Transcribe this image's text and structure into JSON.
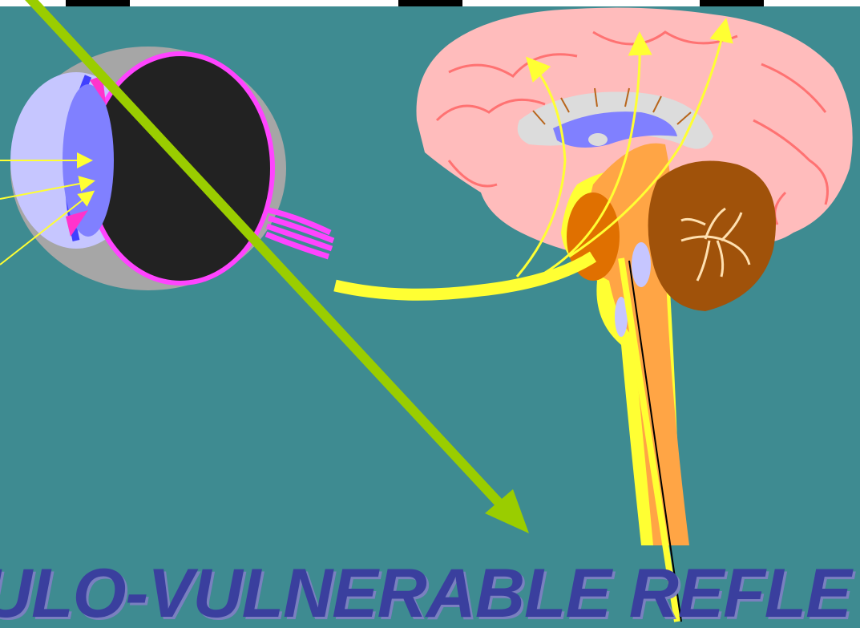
{
  "slide": {
    "title": "ULO-VULNERABLE REFLE",
    "background": "#3e8b91"
  },
  "colors": {
    "light_ray": "#9acd00",
    "reflex_path": "#ffff33",
    "brain": "#ffbcbc",
    "cerebellum": "#a0520a",
    "brainstem": "#ffa545",
    "eyeball": "#222222",
    "lens": "#8080ff",
    "optic_nerve": "#ff33ff",
    "title": "#3a3f9e"
  },
  "icons": [
    "eye-illustration",
    "brain-illustration",
    "light-ray-arrow",
    "reflex-path-arrow"
  ]
}
